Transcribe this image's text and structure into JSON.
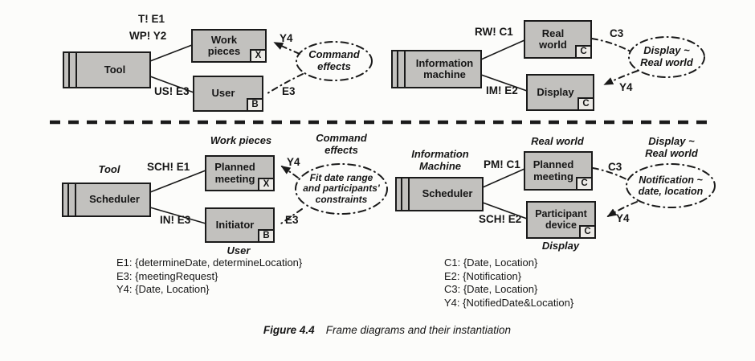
{
  "style": {
    "box_fill": "#c2c1be",
    "ink": "#1a1a1a",
    "marker_fill": "#eceae6",
    "page_bg": "#fcfcfa"
  },
  "top_left": {
    "machine_label": "Tool",
    "shared_phenomena": {
      "line1_top": "T! E1",
      "line1_bottom": "WP! Y2",
      "line2": "US! E3"
    },
    "domain1": {
      "name": "Work pieces",
      "marker": "X"
    },
    "domain2": {
      "name": "User",
      "marker": "B"
    },
    "requirement": {
      "label": "Command effects",
      "y4": "Y4",
      "e3": "E3"
    }
  },
  "top_right": {
    "machine_label": "Information machine",
    "shared_phenomena": {
      "line1": "RW! C1",
      "line2": "IM! E2"
    },
    "domain1": {
      "name": "Real world",
      "marker": "C"
    },
    "domain2": {
      "name": "Display",
      "marker": "C"
    },
    "requirement": {
      "label": "Display ~ Real world",
      "c3": "C3",
      "y4": "Y4"
    }
  },
  "bottom_left": {
    "frame_labels": {
      "machine": "Tool",
      "domain1": "Work pieces",
      "domain2": "User",
      "requirement": "Command effects"
    },
    "machine_label": "Scheduler",
    "shared_phenomena": {
      "line1": "SCH! E1",
      "line2": "IN! E3"
    },
    "domain1": {
      "name": "Planned meeting",
      "marker": "X"
    },
    "domain2": {
      "name": "Initiator",
      "marker": "B"
    },
    "requirement": {
      "label": "Fit date range and participants' constraints",
      "y4": "Y4",
      "e3": "E3"
    }
  },
  "bottom_right": {
    "frame_labels": {
      "machine": "Information Machine",
      "domain1": "Real world",
      "domain2": "Display",
      "requirement": "Display ~ Real world"
    },
    "machine_label": "Scheduler",
    "shared_phenomena": {
      "line1": "PM! C1",
      "line2": "SCH! E2"
    },
    "domain1": {
      "name": "Planned meeting",
      "marker": "C"
    },
    "domain2": {
      "name": "Participant device",
      "marker": "C"
    },
    "requirement": {
      "label": "Notification ~ date, location",
      "c3": "C3",
      "y4": "Y4"
    }
  },
  "legend_left": {
    "items": [
      "E1: {determineDate, determineLocation}",
      "E3: {meetingRequest}",
      "Y4: {Date, Location}"
    ]
  },
  "legend_right": {
    "items": [
      "C1: {Date, Location}",
      "E2: {Notification}",
      "C3: {Date, Location}",
      "Y4: {NotifiedDate&Location}"
    ]
  },
  "caption": {
    "label": "Figure 4.4",
    "text": "Frame diagrams and their instantiation"
  }
}
